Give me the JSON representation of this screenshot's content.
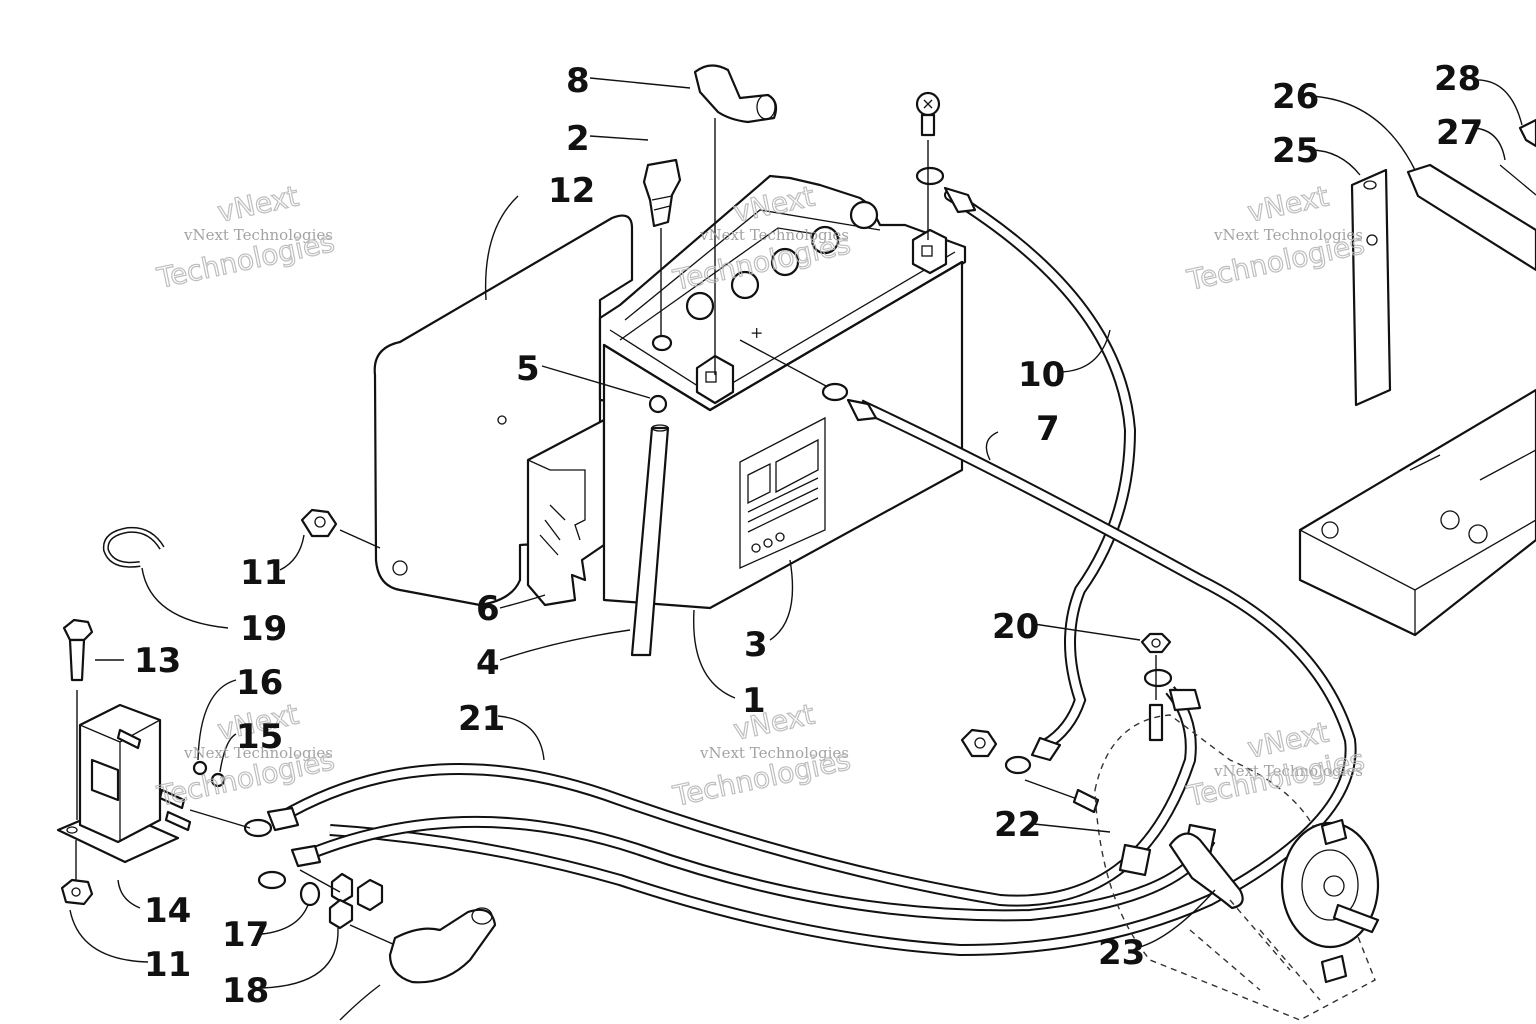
{
  "watermark": {
    "line1": "vNext Technologies",
    "line2": "vNext",
    "line3": "Technologies"
  },
  "callouts": {
    "c1": "1",
    "c2": "2",
    "c3": "3",
    "c4": "4",
    "c5": "5",
    "c6": "6",
    "c7": "7",
    "c8": "8",
    "c10": "10",
    "c11a": "11",
    "c11b": "11",
    "c12": "12",
    "c13": "13",
    "c14": "14",
    "c15": "15",
    "c16": "16",
    "c17": "17",
    "c18": "18",
    "c19": "19",
    "c20": "20",
    "c21": "21",
    "c22": "22",
    "c23": "23",
    "c25": "25",
    "c26": "26",
    "c27": "27",
    "c28": "28"
  },
  "battery_label": {
    "pos": "+"
  }
}
